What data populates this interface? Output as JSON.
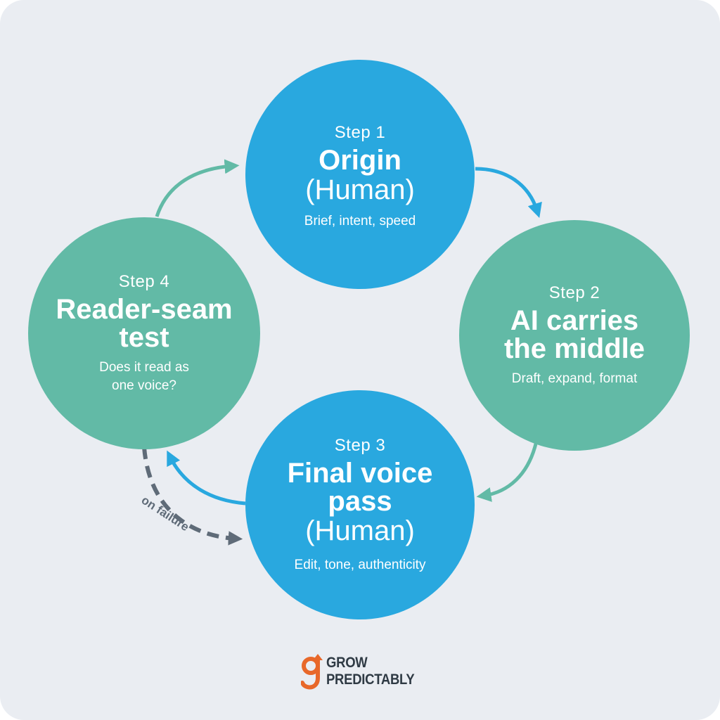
{
  "colors": {
    "background": "#eaedf2",
    "blue": "#29a8df",
    "teal": "#62baa6",
    "failure_arrow": "#5f6b78"
  },
  "steps": [
    {
      "step": "Step 1",
      "title": "Origin",
      "who": "(Human)",
      "desc": "Brief, intent, speed",
      "color": "#29a8df"
    },
    {
      "step": "Step 2",
      "title_lines": [
        "AI carries",
        "the middle"
      ],
      "desc": "Draft, expand, format",
      "color": "#62baa6"
    },
    {
      "step": "Step 3",
      "title_lines": [
        "Final voice",
        "pass"
      ],
      "who": "(Human)",
      "desc": "Edit, tone, authenticity",
      "color": "#29a8df"
    },
    {
      "step": "Step 4",
      "title_lines": [
        "Reader-seam",
        "test"
      ],
      "desc_lines": [
        "Does it read as",
        "one voice?"
      ],
      "color": "#62baa6"
    }
  ],
  "failure_label": "on failure",
  "logo": {
    "icon": "grow-g-arrow-icon",
    "line1": "GROW",
    "line2": "PREDICTABLY"
  }
}
